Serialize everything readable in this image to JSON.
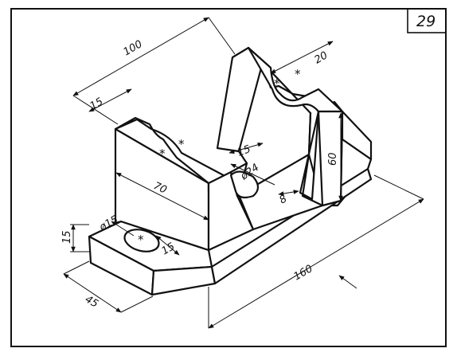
{
  "sheet": {
    "number": "29"
  },
  "dimensions": {
    "length_top": "100",
    "slot_top_left": "15",
    "slot_right": "20",
    "slot_inner": "15",
    "hole_center": "ø24",
    "height": "60",
    "small": "8",
    "block_length": "70",
    "hole_base": "ø15",
    "base_offset": "15",
    "base_height": "15",
    "base_depth": "45",
    "total_length": "160"
  },
  "marks": {
    "center_mark": "*"
  }
}
